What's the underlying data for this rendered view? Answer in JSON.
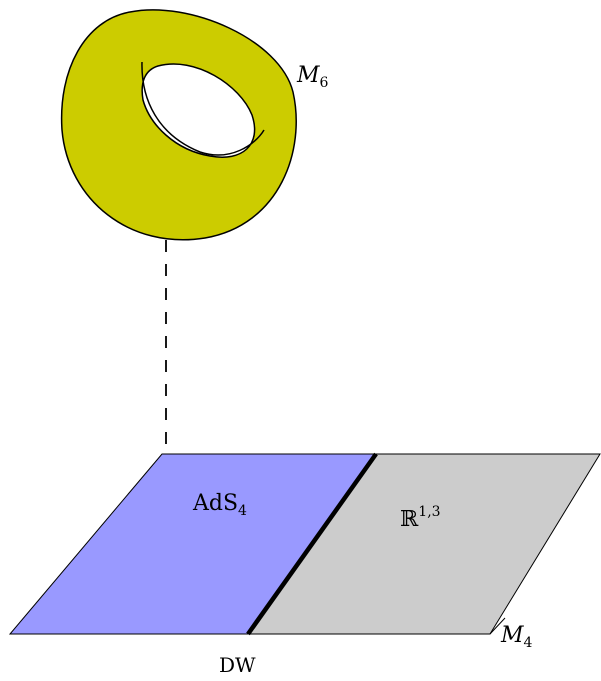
{
  "labels": {
    "m6": {
      "base": "M",
      "sub": "6"
    },
    "m4": {
      "base": "M",
      "sub": "4"
    },
    "ads": {
      "base": "AdS",
      "sub": "4"
    },
    "r13": {
      "base": "ℝ",
      "sup": "1,3"
    },
    "dw": "DW"
  },
  "colors": {
    "torus_fill": "#cccc00",
    "ads_fill": "#9999ff",
    "flat_fill": "#cccccc",
    "stroke": "#000000"
  }
}
